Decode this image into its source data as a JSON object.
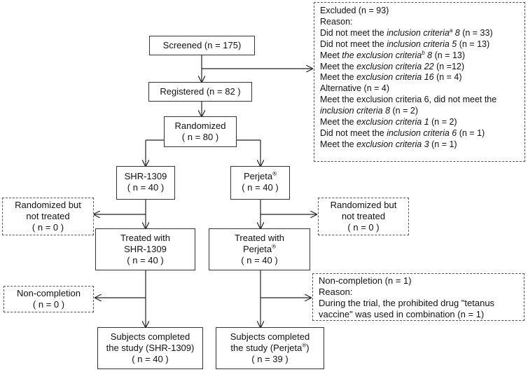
{
  "screened": {
    "line1": "Screened (n = 175)"
  },
  "registered": {
    "line1": "Registered (n = 82 )"
  },
  "randomized": {
    "line1": "Randomized",
    "line2": "( n = 80 )"
  },
  "excluded": {
    "title": "Excluded (n = 93)",
    "reason": "Reason:",
    "items": [
      {
        "pre": "Did not meet the ",
        "it": "inclusion criteria",
        "sup": "a",
        "it2": " 8",
        "post": "  (n = 33)"
      },
      {
        "pre": "Did not meet the ",
        "it": "inclusion criteria 5",
        "sup": "",
        "it2": "",
        "post": " (n = 13)"
      },
      {
        "pre": "Meet ",
        "it": "the exclusion criteria",
        "sup": "b",
        "it2": " 8",
        "post": " (n = 13)"
      },
      {
        "pre": "Meet the ",
        "it": "exclusion criteria 22",
        "sup": "",
        "it2": "",
        "post": " (n =12)"
      },
      {
        "pre": "Meet the ",
        "it": "exclusion criteria 16",
        "sup": "",
        "it2": "",
        "post": " (n = 4)"
      },
      {
        "pre": "Alternative (n = 4)",
        "it": "",
        "sup": "",
        "it2": "",
        "post": ""
      },
      {
        "pre": "Meet the exclusion criteria 6, did not meet the",
        "it": "",
        "sup": "",
        "it2": "",
        "post": ""
      },
      {
        "pre": "",
        "it": "inclusion criteria 8",
        "sup": "",
        "it2": "",
        "post": " (n = 2)"
      },
      {
        "pre": "Meet the ",
        "it": "exclusion criteria 1",
        "sup": "",
        "it2": "",
        "post": " (n = 2)"
      },
      {
        "pre": "Did not meet the ",
        "it": "inclusion criteria 6",
        "sup": "",
        "it2": "",
        "post": " (n = 1)"
      },
      {
        "pre": "Meet the ",
        "it": "exclusion criteria 3",
        "sup": "",
        "it2": "",
        "post": " (n = 1)"
      }
    ]
  },
  "shr_arm": {
    "line1": "SHR-1309",
    "line2": "( n = 40 )"
  },
  "perjeta_arm": {
    "line1_pre": "Perjeta",
    "line1_sup": "®",
    "line2": "( n = 40 )"
  },
  "rand_not_treated_left": {
    "line1": "Randomized but",
    "line2": "not treated",
    "line3": "( n = 0 )"
  },
  "rand_not_treated_right": {
    "line1": "Randomized but",
    "line2": "not treated",
    "line3": "( n = 0 )"
  },
  "treated_shr": {
    "line1": "Treated with",
    "line2": "SHR-1309",
    "line3": "( n = 40 )"
  },
  "treated_perjeta": {
    "line1": "Treated with",
    "line2_pre": "Perjeta",
    "line2_sup": "®",
    "line3": "( n = 40 )"
  },
  "noncompletion_left": {
    "line1": "Non-completion",
    "line2": "( n = 0 )"
  },
  "noncompletion_right": {
    "line1": "Non-completion (n = 1)",
    "line2": "Reason:",
    "line3": "During the trial, the prohibited drug \"tetanus",
    "line4": "vaccine\" was used in combination (n = 1)"
  },
  "completed_shr": {
    "line1": "Subjects completed",
    "line2": "the study (SHR-1309)",
    "line3": "( n = 40 )"
  },
  "completed_perjeta": {
    "line1": "Subjects completed",
    "line2_pre": "the study (Perjeta",
    "line2_sup": "®",
    "line2_post": ")",
    "line3": "( n = 39 )"
  }
}
